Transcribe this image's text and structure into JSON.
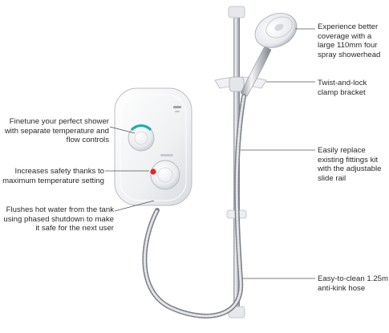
{
  "callouts": {
    "finetune": "Finetune your perfect shower with separate temperature and flow controls",
    "safety": "Increases safety thanks to maximum temperature setting",
    "flush": "Flushes hot water from the tank using phased shutdown to make it safe for the next user",
    "showerhead": "Experience better coverage with a large 110mm four spray showerhead",
    "bracket": "Twist-and-lock clamp bracket",
    "rail": "Easily replace existing fittings kit with the adjustable slide rail",
    "hose": "Easy-to-clean 1.25m anti-kink hose"
  },
  "colors": {
    "background": "#ffffff",
    "unit_body": "#f2f3f5",
    "accent_teal": "#17b1a8",
    "accent_red": "#e0262c",
    "chrome": "#c9ccd1",
    "leader_line": "#555555"
  }
}
